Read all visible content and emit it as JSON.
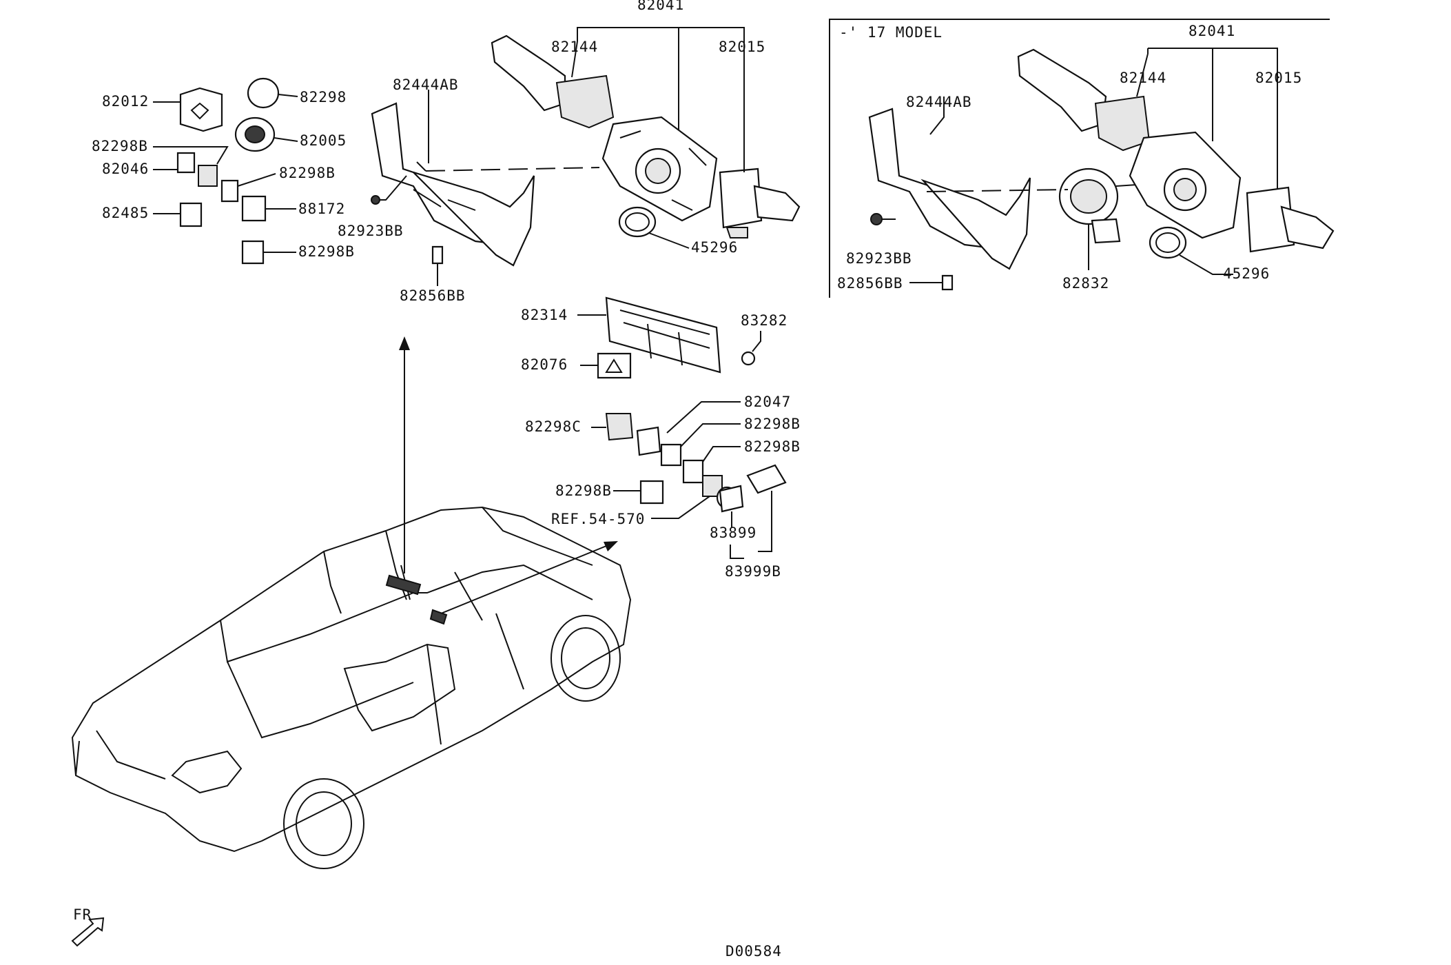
{
  "labels": {
    "main_82041": "82041",
    "main_82144": "82144",
    "main_82015": "82015",
    "main_82444AB": "82444AB",
    "main_82923BB": "82923BB",
    "main_82856BB": "82856BB",
    "main_45296": "45296",
    "l_82012": "82012",
    "l_82298_top": "82298",
    "l_82005": "82005",
    "l_82298B_a": "82298B",
    "l_82046": "82046",
    "l_82298B_b": "82298B",
    "l_88172": "88172",
    "l_82485": "82485",
    "l_82298B_c": "82298B",
    "c_82314": "82314",
    "c_83282": "83282",
    "c_82076": "82076",
    "c_82047": "82047",
    "c_82298C": "82298C",
    "c_82298B_a": "82298B",
    "c_82298B_b": "82298B",
    "c_82298B_c": "82298B",
    "c_ref": "REF.54-570",
    "c_83899": "83899",
    "c_83999B": "83999B",
    "inset_model": "-' 17 MODEL",
    "inset_82041": "82041",
    "inset_82144": "82144",
    "inset_82015": "82015",
    "inset_82444AB": "82444AB",
    "inset_82923BB": "82923BB",
    "inset_82856BB": "82856BB",
    "inset_82832": "82832",
    "inset_45296": "45296"
  },
  "orientation_label": "FR",
  "diagram_code": "D00584"
}
